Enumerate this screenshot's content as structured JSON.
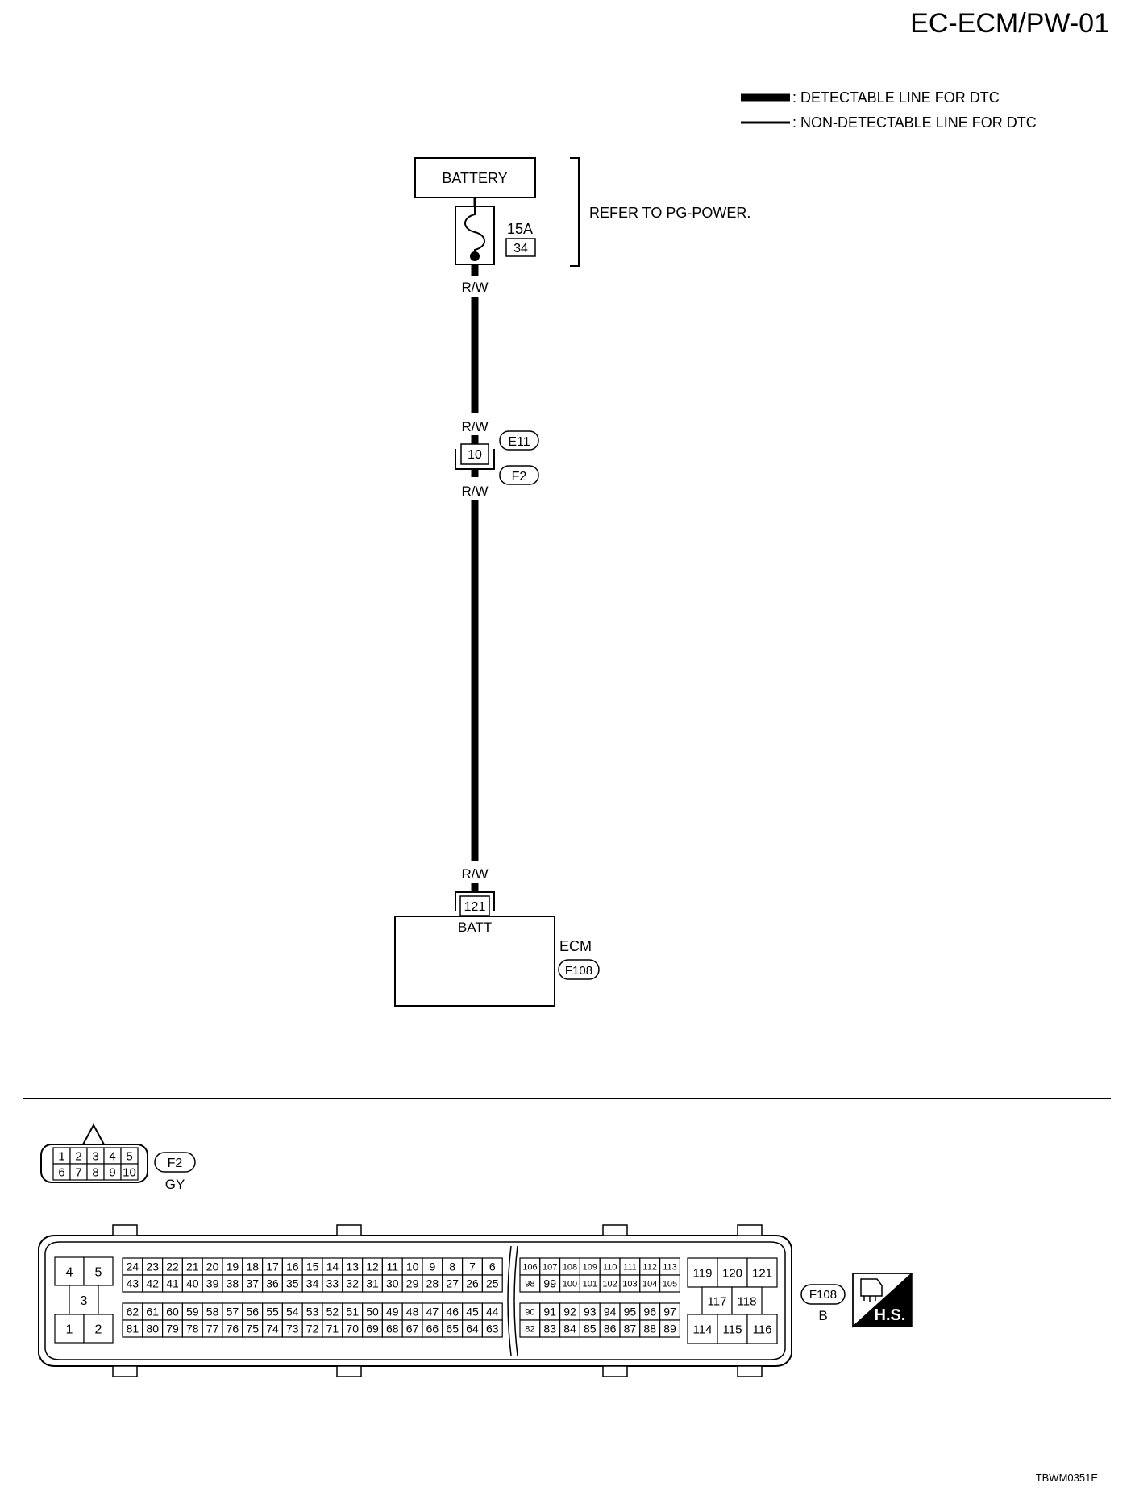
{
  "page": {
    "title": "EC-ECM/PW-01",
    "figure_id": "TBWM0351E"
  },
  "legend": {
    "detectable": ": DETECTABLE LINE FOR DTC",
    "non_detectable": ": NON-DETECTABLE LINE FOR DTC"
  },
  "battery": {
    "label": "BATTERY"
  },
  "fuse": {
    "rating": "15A",
    "number": "34"
  },
  "refer_note": "REFER TO PG-POWER.",
  "wire_color": "R/W",
  "joint_connector": {
    "pin": "10",
    "connector_top": "E11",
    "connector_bottom": "F2"
  },
  "ecm": {
    "pin": "121",
    "terminal_label": "BATT",
    "name": "ECM",
    "connector": "F108"
  },
  "f2_connector": {
    "id": "F2",
    "color": "GY",
    "top_row": [
      "1",
      "2",
      "3",
      "4",
      "5"
    ],
    "bottom_row": [
      "6",
      "7",
      "8",
      "9",
      "10"
    ]
  },
  "f108_connector": {
    "id": "F108",
    "color": "B",
    "hs_label": "H.S.",
    "block_a": {
      "top": [
        "4",
        "5"
      ],
      "middle": "3",
      "bottom": [
        "1",
        "2"
      ]
    },
    "block_b": {
      "rows": [
        [
          "24",
          "23",
          "22",
          "21",
          "20",
          "19",
          "18",
          "17",
          "16",
          "15",
          "14",
          "13",
          "12",
          "11",
          "10",
          "9",
          "8",
          "7",
          "6"
        ],
        [
          "43",
          "42",
          "41",
          "40",
          "39",
          "38",
          "37",
          "36",
          "35",
          "34",
          "33",
          "32",
          "31",
          "30",
          "29",
          "28",
          "27",
          "26",
          "25"
        ],
        [
          "62",
          "61",
          "60",
          "59",
          "58",
          "57",
          "56",
          "55",
          "54",
          "53",
          "52",
          "51",
          "50",
          "49",
          "48",
          "47",
          "46",
          "45",
          "44"
        ],
        [
          "81",
          "80",
          "79",
          "78",
          "77",
          "76",
          "75",
          "74",
          "73",
          "72",
          "71",
          "70",
          "69",
          "68",
          "67",
          "66",
          "65",
          "64",
          "63"
        ]
      ]
    },
    "block_c": {
      "rows": [
        [
          "106",
          "107",
          "108",
          "109",
          "110",
          "111",
          "112",
          "113"
        ],
        [
          "98",
          "99",
          "100",
          "101",
          "102",
          "103",
          "104",
          "105"
        ],
        [
          "90",
          "91",
          "92",
          "93",
          "94",
          "95",
          "96",
          "97"
        ],
        [
          "82",
          "83",
          "84",
          "85",
          "86",
          "87",
          "88",
          "89"
        ]
      ]
    },
    "block_d": {
      "top": [
        "119",
        "120",
        "121"
      ],
      "middle": [
        "117",
        "118"
      ],
      "bottom": [
        "114",
        "115",
        "116"
      ]
    }
  }
}
